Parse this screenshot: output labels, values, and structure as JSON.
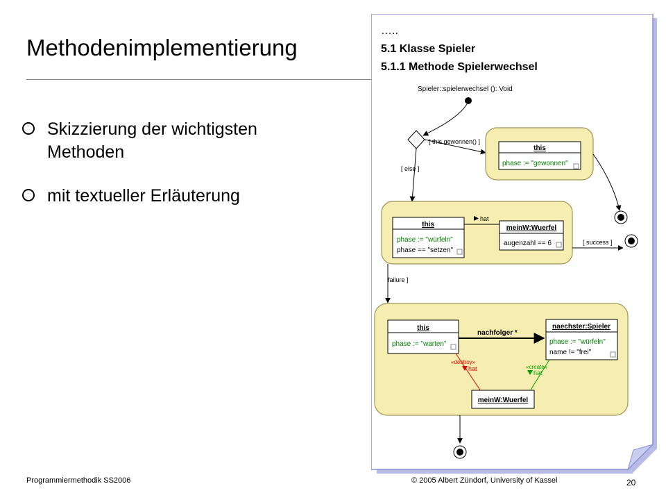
{
  "slide": {
    "title": "Methodenimplementierung",
    "bullets": [
      "Skizzierung der wichtigsten Methoden",
      "mit textueller Erläuterung"
    ],
    "footer_left": "Programmiermethodik SS2006",
    "footer_center": "© 2005 Albert Zündorf, University of Kassel",
    "page_number": "20"
  },
  "note": {
    "ellipsis": "…..",
    "section": "5.1 Klasse Spieler",
    "subsection": "5.1.1 Methode Spielerwechsel"
  },
  "diagram": {
    "signature": "Spieler::spielerwechsel (): Void",
    "guard_won": "[ this.gewonnen() ]",
    "guard_else": "[ else ]",
    "guard_success": "[ success ]",
    "guard_failure": "failure ]",
    "state1": {
      "obj_name": "this",
      "attr1": "phase := \"gewonnen\""
    },
    "state2": {
      "this_name": "this",
      "this_attr1": "phase := \"würfeln\"",
      "this_attr2": "phase == \"setzen\"",
      "link_label": "hat",
      "wuerfel_name": "meinW:Wuerfel",
      "wuerfel_attr": "augenzahl == 6"
    },
    "state3": {
      "this_name": "this",
      "this_attr1": "phase := \"warten\"",
      "link_label": "nachfolger *",
      "next_name": "naechster:Spieler",
      "next_attr1": "phase := \"würfeln\"",
      "next_attr2": "name != \"frei\"",
      "destroy_label": "«destroy»",
      "destroy_link": "hat",
      "create_label": "«create»",
      "create_link": "hat",
      "wuerfel_name": "meinW:Wuerfel"
    }
  },
  "colors": {
    "state_fill": "#f5eeb0",
    "state_border": "#9c9555",
    "note_border": "#8a8fd0",
    "note_shadow": "#aeb2e0",
    "destroy": "#e00000",
    "create": "#00a000"
  }
}
